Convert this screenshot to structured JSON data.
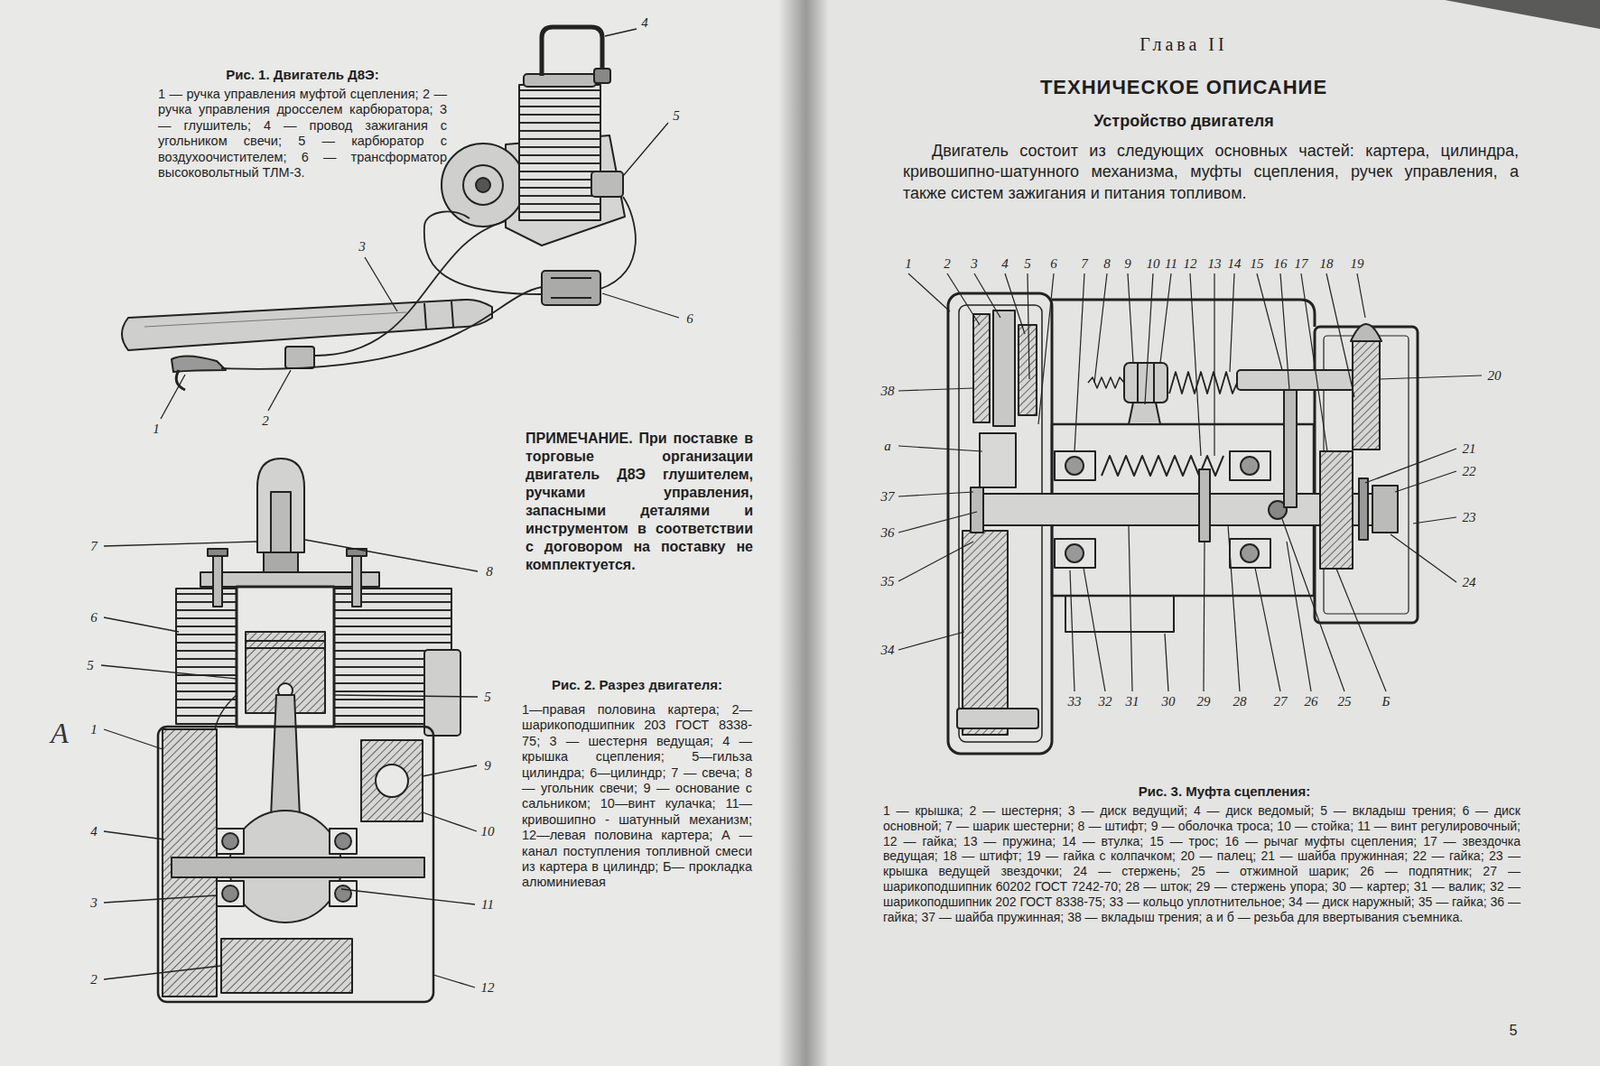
{
  "diagram": {
    "title": "ТЕХНИЧЕСКОЕ ОПИСАНИЕ",
    "labels": [
      "Рис. 1. Двигатель Д8Э:",
      "1 — ручка управления муфтой сцепления; 2 — ручка управления дросселем карбюратора; 3 — глушитель; 4 — провод зажигания с угольником свечи; 5 — карбюратор с воздухоочистителем; 6 — трансформатор высоковольтный ТЛМ-3.",
      "1",
      "2",
      "3",
      "4",
      "5",
      "6",
      "ПРИМЕЧАНИЕ. При поставке в торговые организации двигатель Д8Э глушителем, ручками управления, запасными деталями и инструментом в соответствии с договором на поставку не комплектуется.",
      "Рис. 2. Разрез двигателя:",
      "1—правая половина картера; 2—шарикоподшипник 203 ГОСТ 8338-75; 3 — шестерня ведущая; 4 — крышка сцепления; 5—гильза цилиндра; 6—цилиндр; 7 — свеча; 8 — угольник свечи; 9 — основание с сальником; 10—винт кулачка; 11—кривошипно - шатунный механизм; 12—левая половина картера; А — канал поступления топливной смеси из картера в цилиндр; Б— прокладка алюминиевая",
      "7",
      "6",
      "5",
      "А",
      "1",
      "4",
      "3",
      "2",
      "8",
      "5",
      "9",
      "10",
      "11",
      "12",
      "Глава II",
      "Устройство двигателя",
      "Двигатель состоит из следующих основных частей: картера, цилиндра, кривошипно-шатунного механизма, муфты сцепления, ручек управления, а также систем зажигания и питания топливом.",
      "1",
      "2",
      "3",
      "4",
      "5",
      "6",
      "7",
      "8",
      "9",
      "10",
      "11",
      "12",
      "13",
      "14",
      "15",
      "16",
      "17",
      "18",
      "19",
      "20",
      "21",
      "22",
      "23",
      "24",
      "33",
      "32",
      "31",
      "30",
      "29",
      "28",
      "27",
      "26",
      "25",
      "Б",
      "38",
      "а",
      "37",
      "36",
      "35",
      "34",
      "Рис. 3. Муфта сцепления:",
      "1 — крышка; 2 — шестерня; 3 — диск ведущий; 4 — диск ведомый; 5 — вкладыш трения; 6 — диск основной; 7 — шарик шестерни; 8 — штифт; 9 — оболочка троса; 10 — стойка; 11 — винт регулировочный; 12 — гайка; 13 — пружина; 14 — втулка; 15 — трос; 16 — рычаг муфты сцепления; 17 — звездочка ведущая; 18 — штифт; 19 — гайка с колпачком; 20 — палец; 21 — шайба пружинная; 22 — гайка; 23 — крышка ведущей звездочки; 24 — стержень; 25 — отжимной шарик; 26 — подпятник; 27 — шарикоподшипник 60202 ГОСТ 7242-70; 28 — шток; 29 — стержень упора; 30 — картер; 31 — валик; 32 — шарикоподшипник 202 ГОСТ 8338-75; 33 — кольцо уплотнительное; 34 — диск наружный; 35 — гайка; 36 — гайка; 37 — шайба пружинная; 38 — вкладыш трения; а и б — резьба для ввертывания съемника.",
      "5"
    ]
  }
}
